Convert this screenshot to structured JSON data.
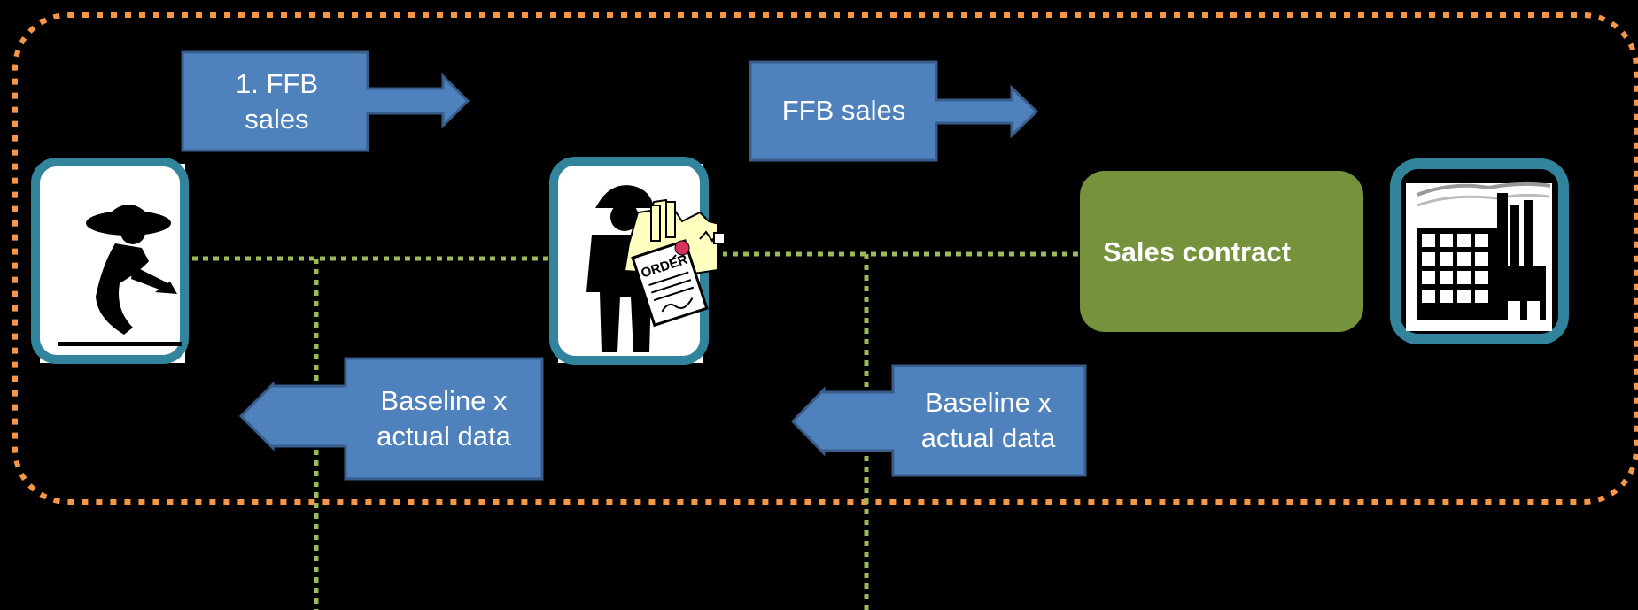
{
  "arrows": {
    "ffb_sales_1": "1. FFB\nsales",
    "ffb_sales_2": "FFB sales",
    "baseline_1": "Baseline x\nactual data",
    "baseline_2": "Baseline x\nactual data"
  },
  "contract": {
    "label": "Sales contract"
  },
  "icons": [
    "farmer-icon",
    "mill-worker-order-icon",
    "factory-icon"
  ],
  "colors": {
    "boundary": "#f79646",
    "arrow_fill": "#4f81bd",
    "arrow_stroke": "#385d8a",
    "contract_fill": "#76923c",
    "connector": "#9bbb59",
    "frame": "#31849b"
  }
}
